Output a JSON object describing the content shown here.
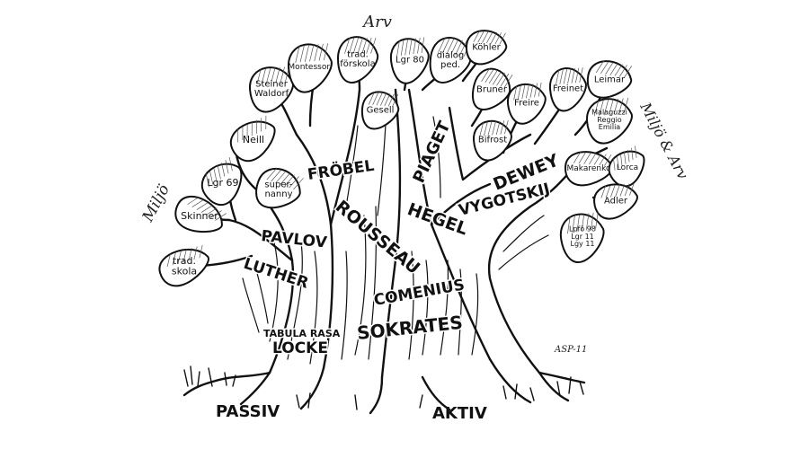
{
  "labels": {
    "heredity_top": "Arv",
    "environment_left": "Miljö",
    "environment_heredity_right": "Miljö & Arv",
    "passive": "PASSIV",
    "active": "AKTIV",
    "signature": "ASP-11"
  },
  "trunk_names": {
    "frobel": "FRÖBEL",
    "rousseau": "ROUSSEAU",
    "piaget": "PIAGET",
    "hegel": "HEGEL",
    "dewey": "DEWEY",
    "vygotskij": "VYGOTSKIJ",
    "pavlov": "PAVLOV",
    "luther": "LUTHER",
    "comenius": "COMENIUS",
    "tabula_rasa": "TABULA RASA",
    "locke": "LOCKE",
    "sokrates": "SOKRATES"
  },
  "leaves": {
    "trad_skola": [
      "trad.",
      "skola"
    ],
    "skinner": [
      "Skinner"
    ],
    "lgr69": [
      "Lgr 69"
    ],
    "supernanny": [
      "super-",
      "nanny"
    ],
    "neill": [
      "Neill"
    ],
    "steiner": [
      "Steiner",
      "Waldorf"
    ],
    "montessori": [
      "Montessori"
    ],
    "trad_forskola": [
      "trad.",
      "förskola"
    ],
    "gesell": [
      "Gesell"
    ],
    "lgr80": [
      "Lgr 80"
    ],
    "dialog_ped": [
      "dialog",
      "ped."
    ],
    "kohler": [
      "Köhler"
    ],
    "bruner": [
      "Bruner"
    ],
    "bifrost": [
      "Bifrost"
    ],
    "freire": [
      "Freire"
    ],
    "freinet": [
      "Freinet"
    ],
    "leimar": [
      "Leimar"
    ],
    "malaguzzi": [
      "Malaguzzi",
      "Reggio",
      "Emilia"
    ],
    "makarenko": [
      "Makarenko"
    ],
    "lorca": [
      "Lorca"
    ],
    "adler": [
      "Adler"
    ],
    "lpfo": [
      "Lpfö 98",
      "Lgr 11",
      "Lgy 11"
    ]
  }
}
